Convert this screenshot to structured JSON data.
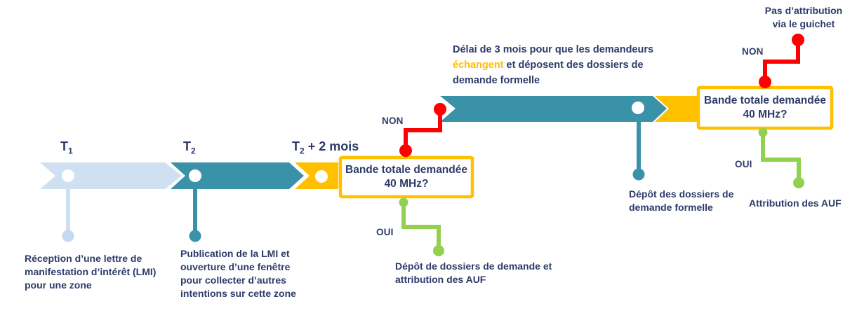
{
  "colors": {
    "navy_text": "#2d3b69",
    "light_blue": "#cfe0f2",
    "light_blue_dot": "#c3d9ef",
    "teal": "#3a92a9",
    "gold": "#ffc000",
    "red": "#ff0000",
    "green": "#92d050",
    "white": "#ffffff"
  },
  "timeline": {
    "t1": {
      "base": "T",
      "sub": "1"
    },
    "t2": {
      "base": "T",
      "sub": "2"
    },
    "t2plus": {
      "base": "T",
      "sub": "2",
      "rest": " + 2 mois"
    }
  },
  "delay_note": {
    "line1": "Délai de 3 mois pour que les demandeurs",
    "line2_highlight": "échangent",
    "line2_rest": " et déposent des dossiers de",
    "line3": "demande formelle"
  },
  "decision1": {
    "line1": "Bande totale demandée",
    "line2": "40 MHz?",
    "no_label": "NON",
    "yes_label": "OUI"
  },
  "decision2": {
    "line1": "Bande totale demandée",
    "line2": "40 MHz?",
    "no_label": "NON",
    "yes_label": "OUI"
  },
  "captions": {
    "reception": {
      "line1": "Réception d’une lettre de",
      "line2": "manifestation d’intérêt (LMI)",
      "line3": "pour une zone"
    },
    "publication": {
      "line1": "Publication de la LMI et",
      "line2": "ouverture d’une fenêtre",
      "line3": "pour collecter d’autres",
      "line4": "intentions sur cette zone"
    },
    "depot_formel": {
      "line1": "Dépôt des dossiers de",
      "line2": "demande formelle"
    },
    "depot_attribution": {
      "line1": "Dépôt de dossiers de demande et",
      "line2": "attribution des AUF"
    },
    "attribution": {
      "line1": "Attribution des AUF"
    },
    "no_attribution": {
      "line1": "Pas d’attribution",
      "line2": "via le guichet"
    }
  }
}
